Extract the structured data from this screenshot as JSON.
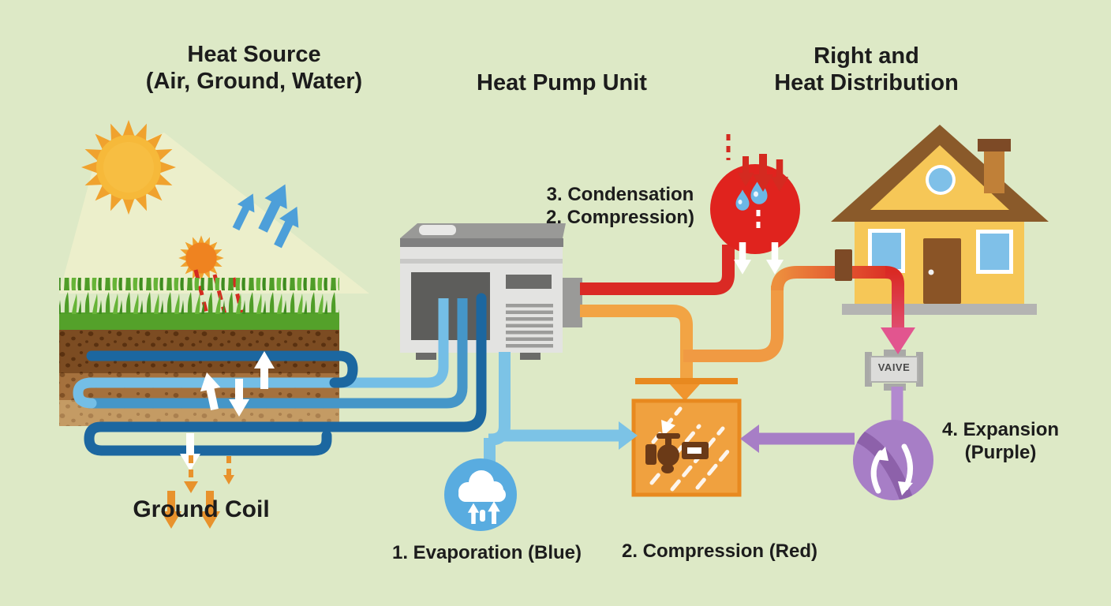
{
  "titles": {
    "heat_source_1": "Heat Source",
    "heat_source_2": "(Air, Ground, Water)",
    "heat_pump": "Heat Pump Unit",
    "distribution_1": "Right and",
    "distribution_2": "Heat Distribution"
  },
  "labels": {
    "condensation_1": "3. Condensation",
    "condensation_2": "2. Compression)",
    "ground_coil": "Ground Coil",
    "evaporation": "1. Evaporation (Blue)",
    "compression": "2. Compression (Red)",
    "expansion_1": "4. Expansion",
    "expansion_2": "(Purple)",
    "valve": "VAIVE"
  },
  "icons": {
    "heat_source": "sun-icon",
    "ground_warmth": "small-sun-icon",
    "air_flow": "air-arrows-icon",
    "ground": "grass-soil-icon",
    "ground_coil": "ground-coil-icon",
    "heat_pump": "heat-pump-unit-icon",
    "evaporation": "cloud-icon",
    "condensation": "water-drops-icon",
    "compressor": "compressor-valve-icon",
    "expansion": "expansion-swirl-icon",
    "house": "house-icon",
    "valve": "valve-icon"
  },
  "colors": {
    "background": "#dde9c6",
    "text": "#1c1c1c",
    "cold_pipe_light": "#7cc3e6",
    "cold_pipe_dark": "#1c67a0",
    "hot_pipe": "#da2a24",
    "warm_pipe": "#f2a444",
    "expansion_pipe": "#a77ec6",
    "condenser_circle": "#e0231e",
    "evaporator_circle": "#59ace0",
    "compressor_box": "#f0a13f",
    "sun": "#f6b93a",
    "house_wall": "#f6c757",
    "roof": "#8a5a2a",
    "grass": "#54a12a",
    "soil": "#7c4c22"
  }
}
